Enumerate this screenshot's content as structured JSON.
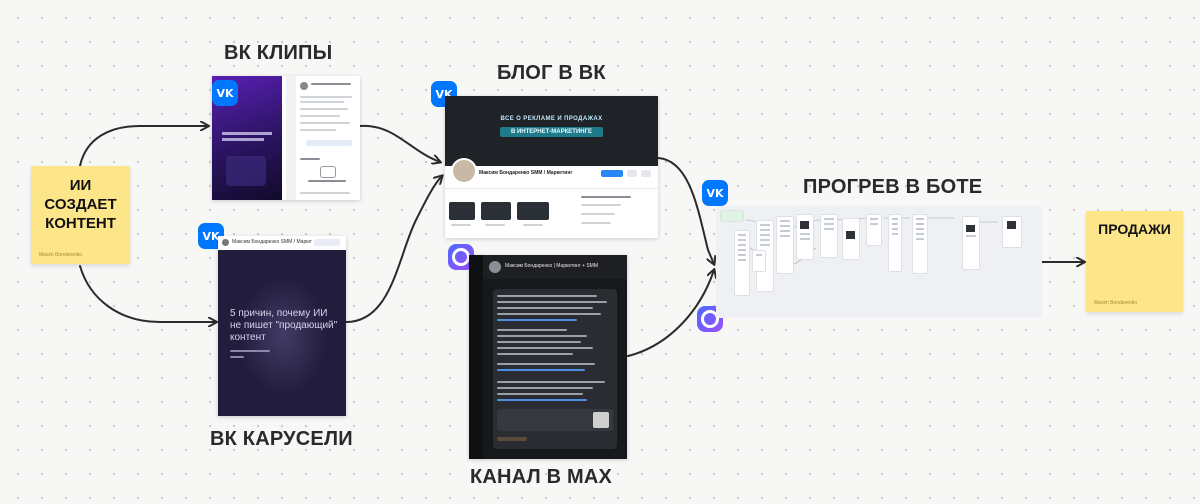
{
  "sticky_source": {
    "line1": "ИИ",
    "line2": "СОЗДАЕТ",
    "line3": "КОНТЕНТ",
    "author": "Maxim Bondarenko"
  },
  "sticky_sales": {
    "label": "ПРОДАЖИ",
    "author": "Maxim Bondarenko"
  },
  "titles": {
    "vk_clips": "ВК КЛИПЫ",
    "vk_blog": "БЛОГ В ВК",
    "bot_warmup": "ПРОГРЕВ В БОТЕ",
    "vk_carousel": "ВК КАРУСЕЛИ",
    "max_channel": "КАНАЛ В MAX"
  },
  "icons": {
    "vk_icon_glyph": "VK",
    "colors": {
      "vk": "#0077ff",
      "max_start": "#4f6bff",
      "max_end": "#9b4dff",
      "sticky": "#fde68a"
    }
  },
  "blog_thumb": {
    "banner_line1": "ВСЕ О РЕКЛАМЕ И ПРОДАЖАХ",
    "banner_line2": "В ИНТЕРНЕТ-МАРКЕТИНГЕ",
    "profile_name": "Максим Бондаренко SMM / Маркетинг"
  },
  "carousel_thumb": {
    "header": "Максим Бондаренко SMM / Маркетинг",
    "text": "5 причин, почему ИИ не пишет \"продающий\" контент"
  },
  "max_thumb": {
    "header": "Максим Бондаренко | Маркетинг + SMM"
  }
}
